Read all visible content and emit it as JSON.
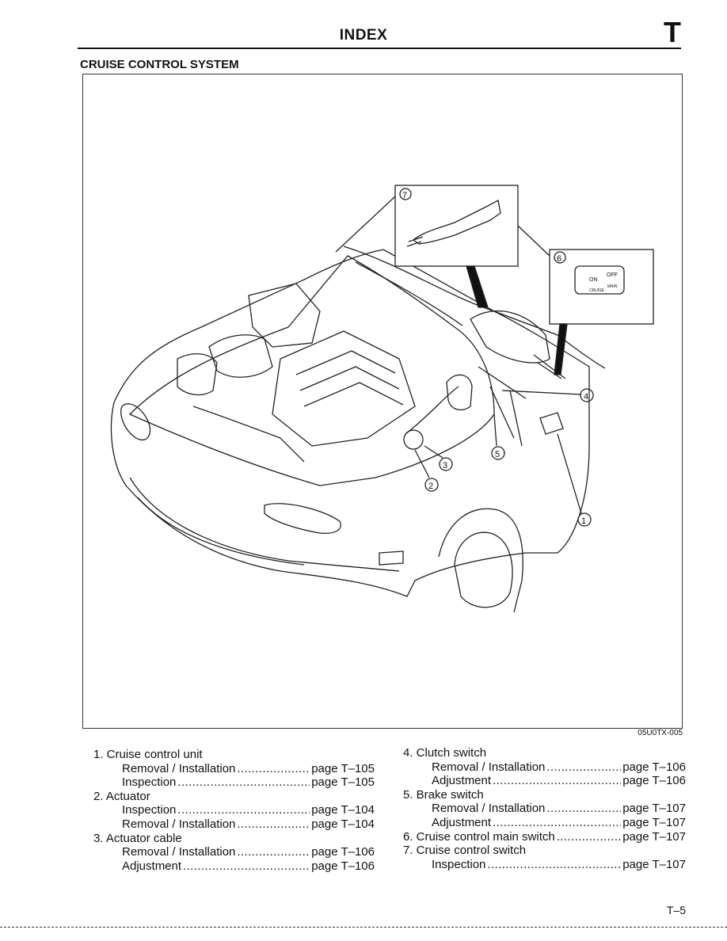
{
  "header": {
    "title": "INDEX",
    "letter": "T"
  },
  "section_title": "CRUISE CONTROL SYSTEM",
  "figure": {
    "code": "05U0TX-005",
    "callouts": [
      "1",
      "2",
      "3",
      "4",
      "5",
      "6",
      "7"
    ],
    "switch_labels": {
      "on": "ON",
      "off": "OFF",
      "cruise": "CRUISE",
      "main": "MAIN"
    }
  },
  "items_left": [
    {
      "title": "1. Cruise control unit",
      "subs": [
        {
          "label": "Removal / Installation",
          "page": "page T–105"
        },
        {
          "label": "Inspection",
          "page": "page T–105"
        }
      ]
    },
    {
      "title": "2. Actuator",
      "subs": [
        {
          "label": "Inspection",
          "page": "page T–104"
        },
        {
          "label": "Removal / Installation",
          "page": "page T–104"
        }
      ]
    },
    {
      "title": "3. Actuator cable",
      "subs": [
        {
          "label": "Removal / Installation",
          "page": "page T–106"
        },
        {
          "label": "Adjustment",
          "page": "page T–106"
        }
      ]
    }
  ],
  "items_right": [
    {
      "title": "4. Clutch switch",
      "subs": [
        {
          "label": "Removal / Installation",
          "page": "page T–106"
        },
        {
          "label": "Adjustment",
          "page": "page T–106"
        }
      ]
    },
    {
      "title": "5. Brake switch",
      "subs": [
        {
          "label": "Removal / Installation",
          "page": "page T–107"
        },
        {
          "label": "Adjustment",
          "page": "page T–107"
        }
      ]
    },
    {
      "title": "6. Cruise control main switch",
      "page": "page T–107",
      "subs": []
    },
    {
      "title": "7. Cruise control switch",
      "subs": [
        {
          "label": "Inspection",
          "page": "page T–107"
        }
      ]
    }
  ],
  "page_number": "T–5"
}
